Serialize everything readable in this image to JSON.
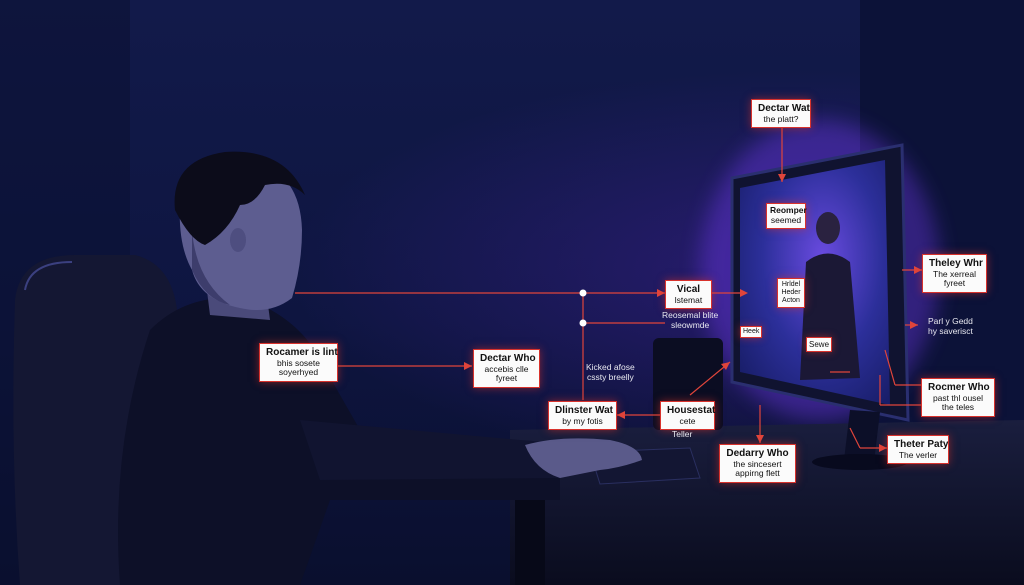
{
  "colors": {
    "background": "#0e1540",
    "accent_line": "#e0453b",
    "label_border": "#d8322c",
    "screen_glow": "#7a3cff"
  },
  "labels": {
    "top_monitor": {
      "line1": "Dectar Wat",
      "line2": "the platt?"
    },
    "chair_note": {
      "line1": "Rocamer is lint",
      "line2": "bhis sosete",
      "line3": "soyerhyed"
    },
    "center_left": {
      "line1": "Dectar Who",
      "line2": "accebis clle",
      "line3": "fyreet"
    },
    "center_top": {
      "line1": "Vical",
      "line2": "lstemat"
    },
    "bottom_left": {
      "line1": "Dlinster Wat",
      "line2": "by my fotis"
    },
    "bottom_mid": {
      "line1": "Housestat",
      "line2": "cete"
    },
    "bottom_center": {
      "line1": "Dedarry Who",
      "line2": "the sincesert",
      "line3": "appirng flett"
    },
    "right_top": {
      "line1": "Theley Whr",
      "line2": "The xerreal",
      "line3": "fyreet"
    },
    "right_mid": {
      "line1": "Rocmer Who",
      "line2": "past thl ousel",
      "line3": "the teles"
    },
    "right_bottom": {
      "line1": "Theter Paty",
      "line2": "The verler"
    },
    "screen_top": {
      "line1": "Reomper",
      "line2": "seemed"
    },
    "screen_mid": {
      "line1": "Hrldel",
      "line2": "Heder",
      "line3": "Acton"
    },
    "screen_left": {
      "line1": "Heek"
    },
    "screen_bottom": {
      "line1": "Sewe"
    }
  },
  "floating_text": {
    "center_note": {
      "line1": "Reosemal blite",
      "line2": "sleowmde"
    },
    "kicked_note": {
      "line1": "Kicked afose",
      "line2": "cssty breelly"
    },
    "right_note": {
      "line1": "Parl y Gedd",
      "line2": "hy saverisct"
    },
    "teller_note": {
      "line1": "Teller"
    }
  }
}
